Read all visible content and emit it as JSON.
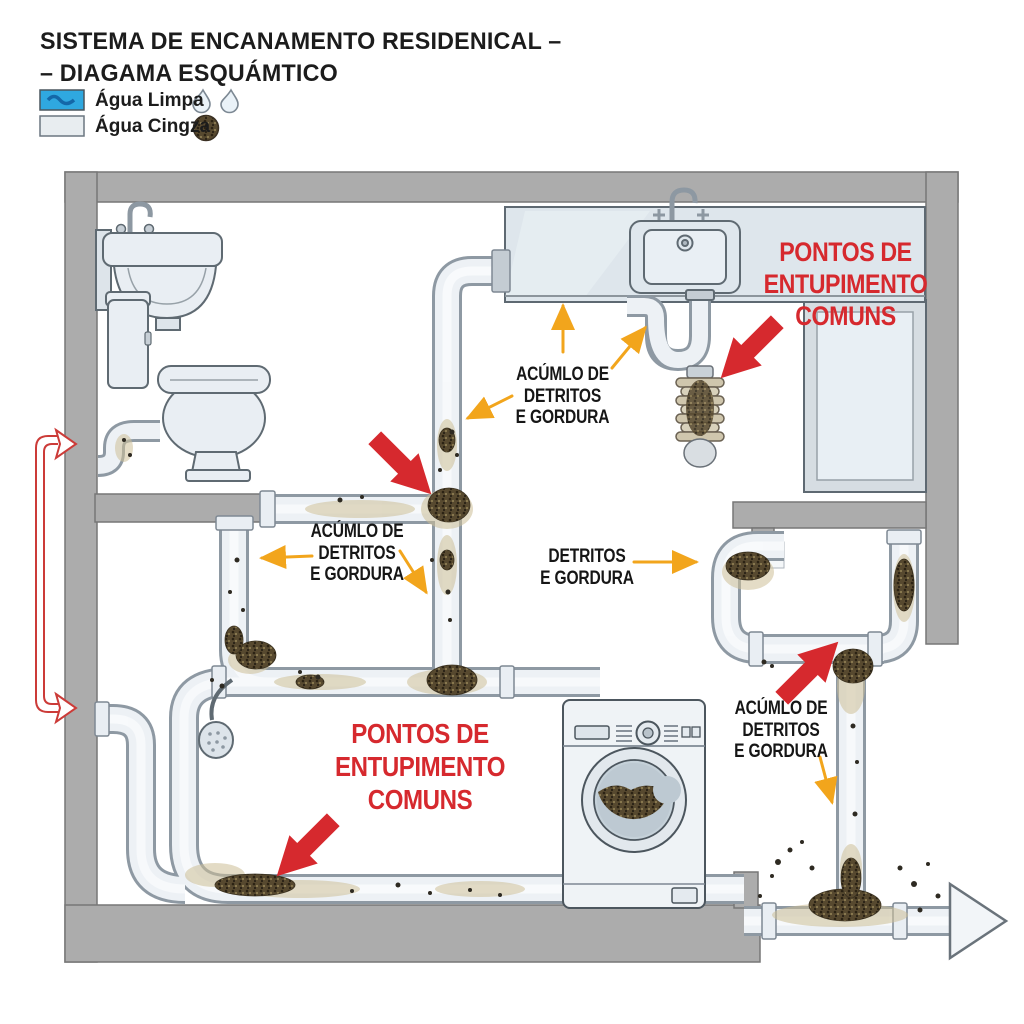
{
  "title": {
    "line1": "SISTEMA DE ENCANAMENTO RESIDENICAL –",
    "line2": "– DIAGAMA ESQUÁMTICO"
  },
  "legend": {
    "clean_water_label": "Água Limpa",
    "grey_water_label": "Água Cingza",
    "icons": {
      "clean_water": "two-water-droplets",
      "grey_water": "speckled-debris-ball"
    }
  },
  "labels": {
    "clog_points_top": [
      "PONTOS DE",
      "ENTUPIMENTO",
      "COMUNS"
    ],
    "clog_points_bottom": [
      "PONTOS DE",
      "ENTUPIMENTO",
      "COMUNS"
    ],
    "debris_kitchen": [
      "ACÚMLO DE",
      "DETRITOS",
      "E GORDURA"
    ],
    "debris_bathroom": [
      "ACÚMLO DE",
      "DETRITOS",
      "E GORDURA"
    ],
    "debris_mid": [
      "DETRITOS",
      "E GORDURA"
    ],
    "debris_right": [
      "ACÚMLO DE",
      "DETRITOS",
      "E GORDURA"
    ]
  },
  "colors": {
    "accent_red": "#d6292e",
    "arrow_orange": "#f2a51c",
    "wall_grey": "#acacac",
    "clean_water_blue": "#2fa8e0",
    "grey_water_swatch": "#e8edf0",
    "pipe_fill": "#edf1f5",
    "debris_brown": "#57492f"
  }
}
